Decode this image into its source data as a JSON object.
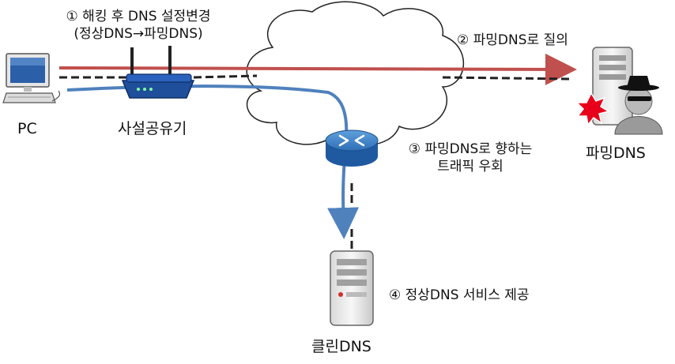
{
  "step1": {
    "line1": "① 해킹 후 DNS 설정변경",
    "line2": "(정상DNS→파밍DNS)"
  },
  "step2": "② 파밍DNS로 질의",
  "step3": {
    "line1": "③ 파밍DNS로 향하는",
    "line2": "트래픽 우회"
  },
  "step4": "④ 정상DNS 서비스 제공",
  "nodes": {
    "pc": "PC",
    "router": "사설공유기",
    "pharming_dns": "파밍DNS",
    "clean_dns": "클린DNS"
  },
  "colors": {
    "red_path": "#c0504d",
    "blue_path": "#4f81bd",
    "router_blue": "#1f4e9a",
    "core_router": "#2f6fb6"
  }
}
